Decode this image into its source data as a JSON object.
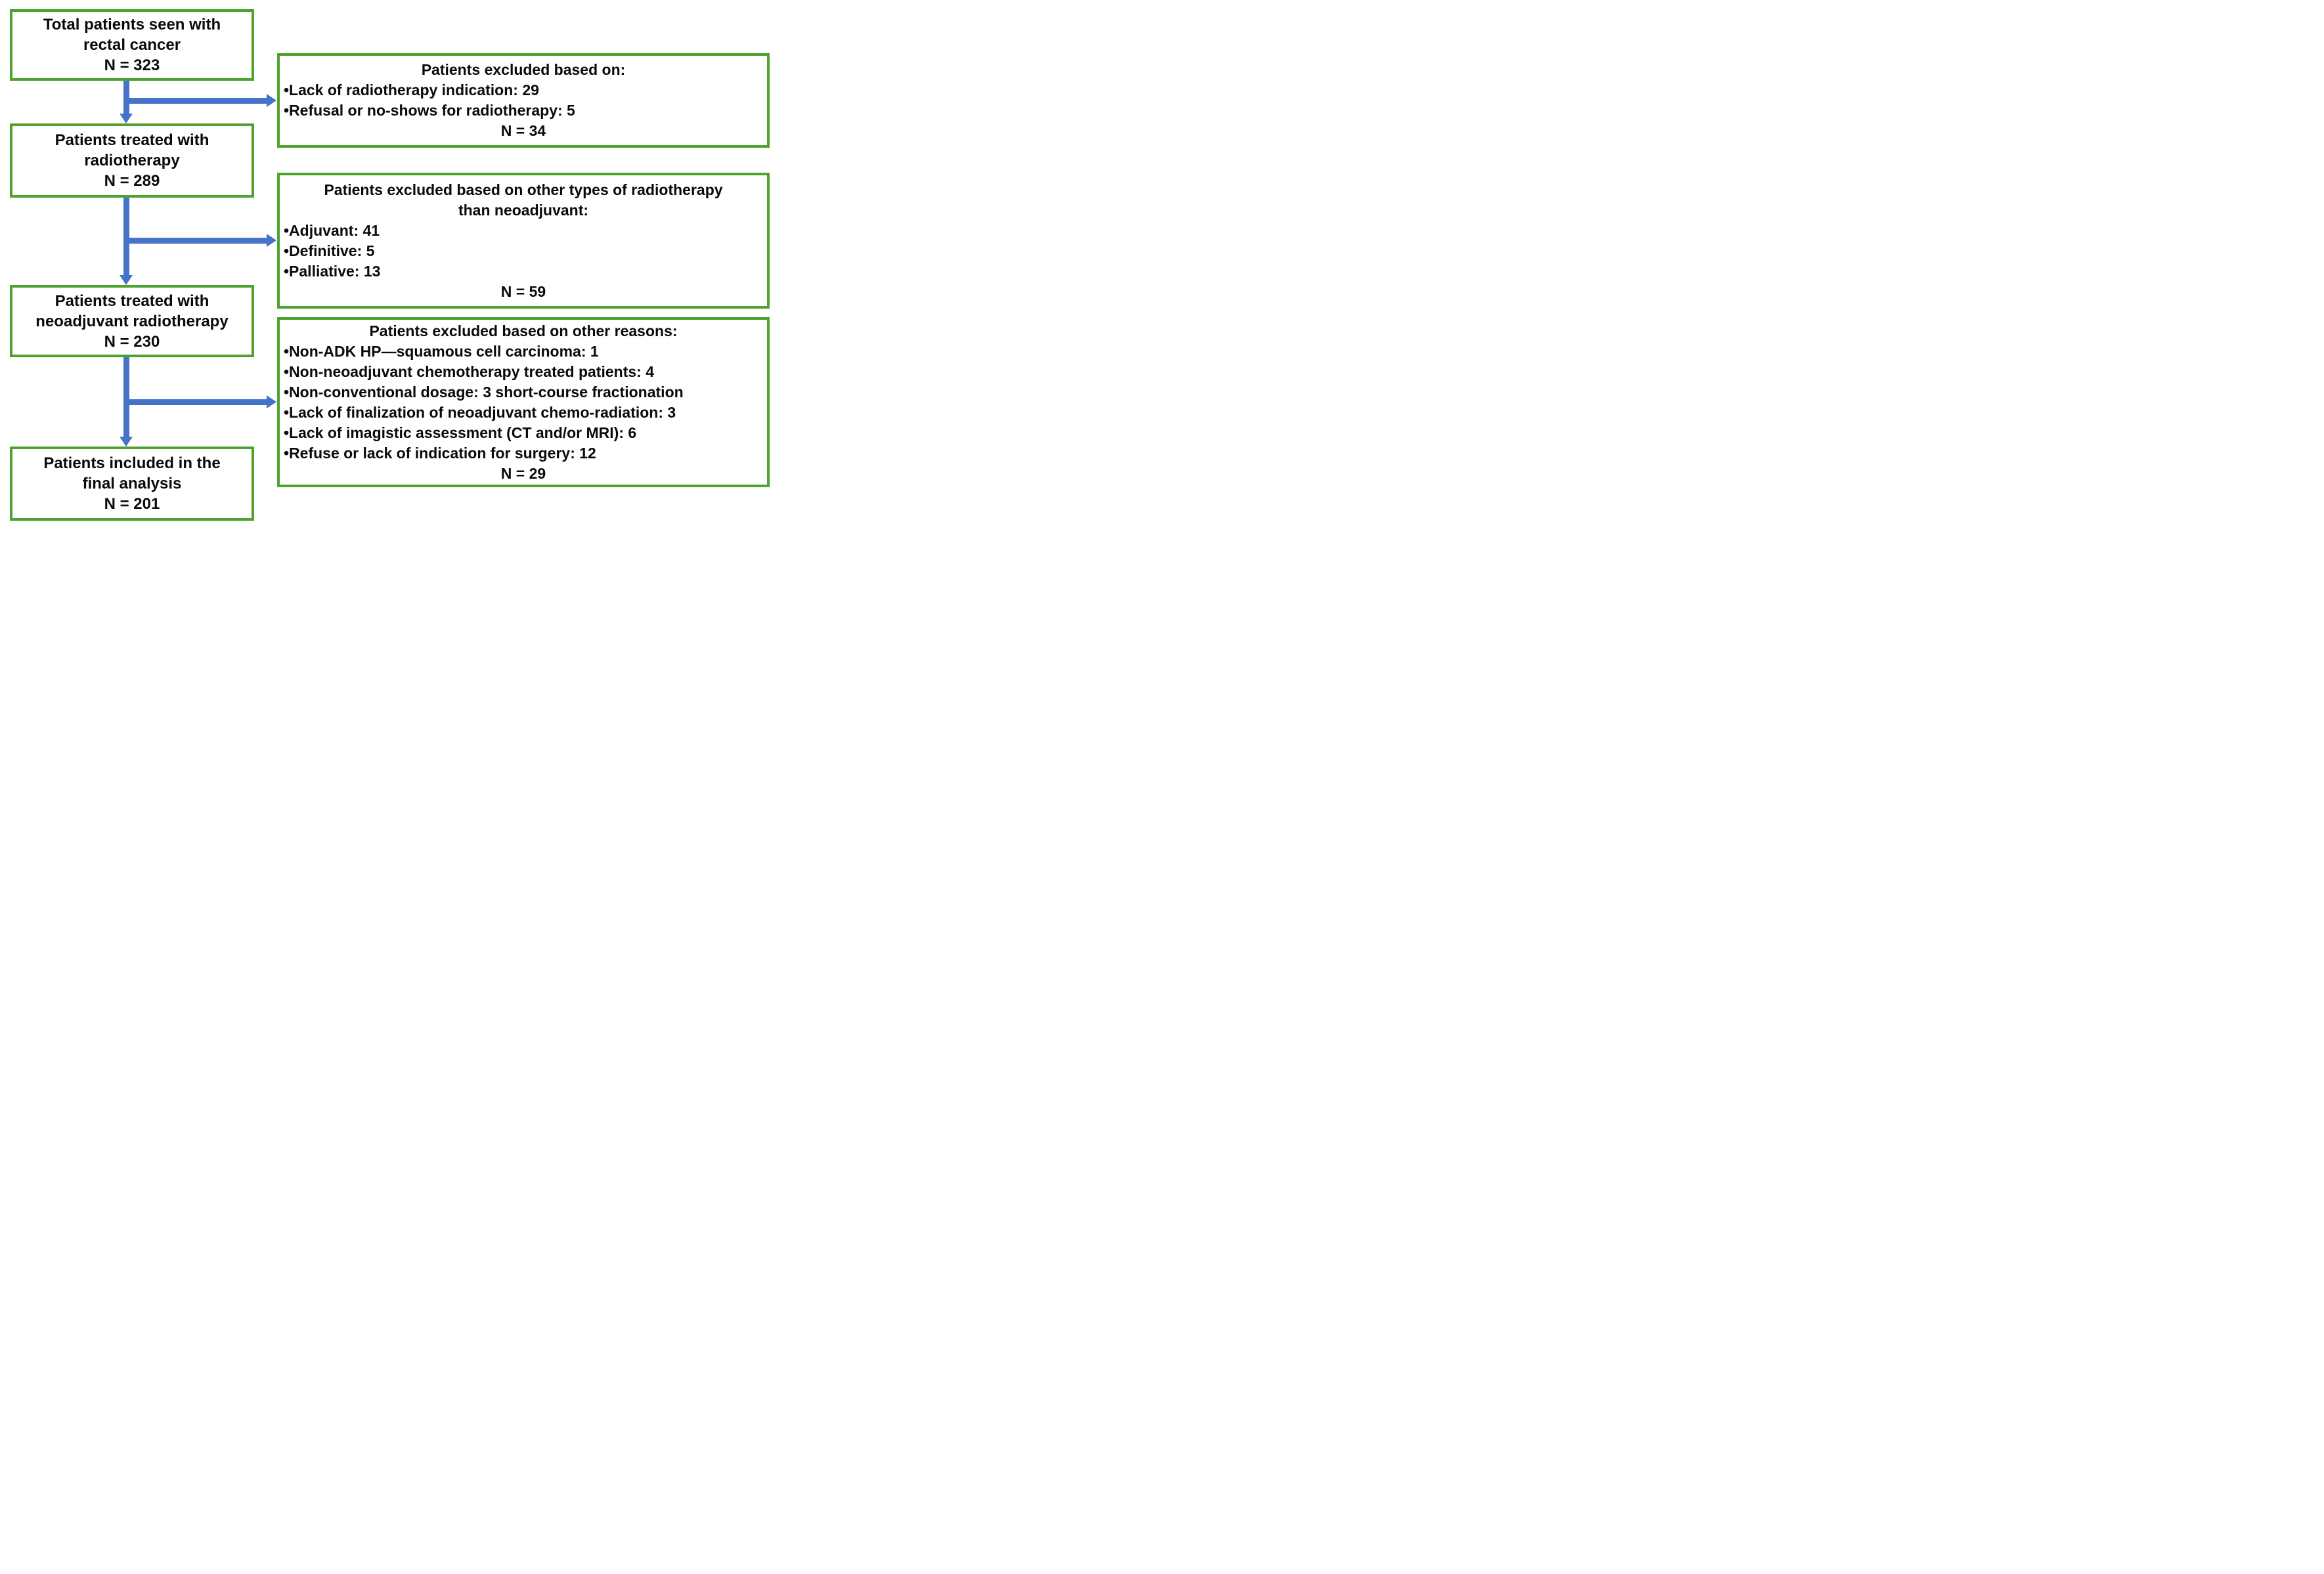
{
  "colors": {
    "box_border": "#4da32e",
    "arrow": "#4573c9",
    "text": "#0a0a0a",
    "background": "#ffffff"
  },
  "flow": {
    "boxes": [
      {
        "lines": [
          "Total patients seen with",
          "rectal cancer",
          "N = 323"
        ]
      },
      {
        "lines": [
          "Patients treated with",
          "radiotherapy",
          "N = 289"
        ]
      },
      {
        "lines": [
          "Patients treated with",
          "neoadjuvant radiotherapy",
          "N = 230"
        ]
      },
      {
        "lines": [
          "Patients included in the",
          "final analysis",
          "N = 201"
        ]
      }
    ],
    "exclusions": [
      {
        "title": [
          "Patients excluded based on:"
        ],
        "items": [
          "•Lack of radiotherapy indication: 29",
          "•Refusal or no-shows for radiotherapy: 5"
        ],
        "total": "N = 34"
      },
      {
        "title": [
          "Patients excluded based on other types of radiotherapy",
          "than neoadjuvant:"
        ],
        "items": [
          "•Adjuvant: 41",
          "•Definitive: 5",
          "•Palliative: 13"
        ],
        "total": "N = 59"
      },
      {
        "title": [
          "Patients excluded based on other reasons:"
        ],
        "items": [
          "•Non-ADK HP—squamous cell carcinoma: 1",
          "•Non-neoadjuvant chemotherapy treated patients: 4",
          "•Non-conventional dosage: 3 short-course fractionation",
          "•Lack of finalization of neoadjuvant chemo-radiation: 3",
          "•Lack of imagistic assessment (CT and/or MRI): 6",
          "•Refuse or lack of indication for surgery: 12"
        ],
        "total": "N = 29"
      }
    ]
  }
}
